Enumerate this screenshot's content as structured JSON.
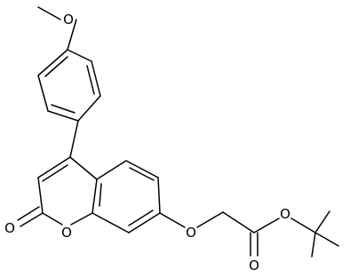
{
  "molecule": {
    "atoms": {
      "o_methoxy": "O",
      "o_carbonyl": "O",
      "o_ring": "O",
      "o_ether": "O",
      "o_ester": "O",
      "o_ester_carbonyl": "O"
    }
  },
  "colors": {
    "bond": "#000000",
    "background": "#ffffff"
  }
}
